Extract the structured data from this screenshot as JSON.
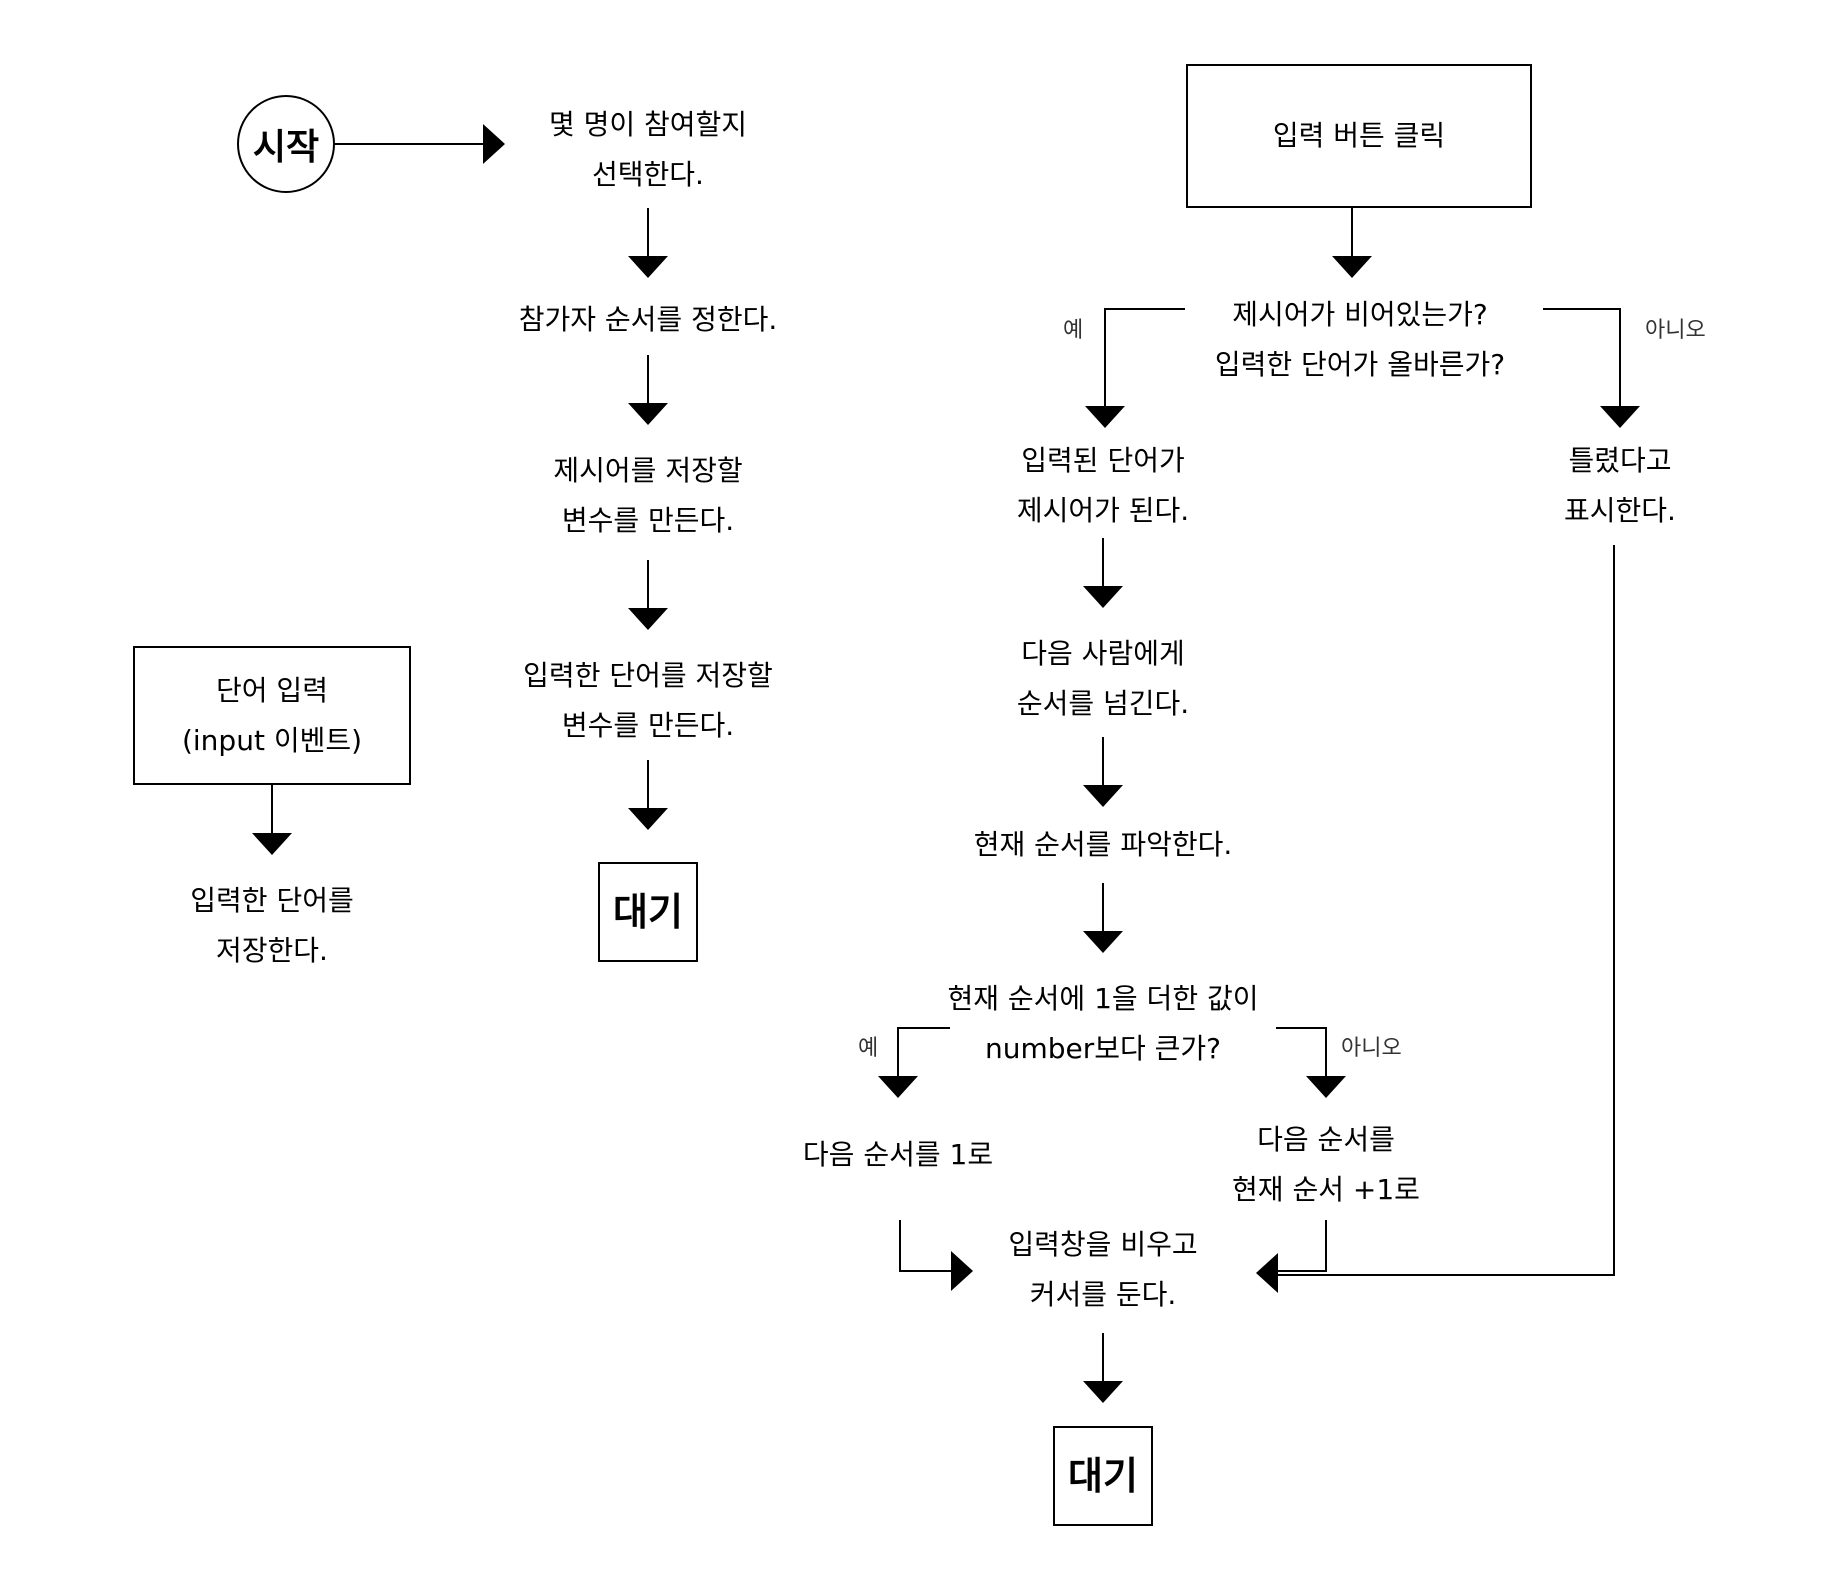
{
  "start": "시작",
  "left_col": {
    "select_count": [
      "몇 명이 참여할지",
      "선택한다."
    ],
    "set_order": "참가자 순서를 정한다.",
    "make_keyword_var": [
      "제시어를 저장할",
      "변수를 만든다."
    ],
    "make_input_var": [
      "입력한 단어를 저장할",
      "변수를 만든다."
    ],
    "wait": "대기"
  },
  "input_event": {
    "box": [
      "단어 입력",
      "(input 이벤트)"
    ],
    "save_word": [
      "입력한 단어를",
      "저장한다."
    ]
  },
  "button_flow": {
    "click_box": "입력 버튼 클릭",
    "condition": [
      "제시어가 비어있는가?",
      "입력한 단어가 올바른가?"
    ],
    "yes_label": "예",
    "no_label": "아니오",
    "becomes_keyword": [
      "입력된 단어가",
      "제시어가 된다."
    ],
    "show_wrong": [
      "틀렸다고",
      "표시한다."
    ],
    "pass_turn": [
      "다음 사람에게",
      "순서를 넘긴다."
    ],
    "find_turn": "현재 순서를 파악한다.",
    "turn_condition": [
      "현재 순서에 1을 더한 값이",
      "number보다 큰가?"
    ],
    "yes_label2": "예",
    "no_label2": "아니오",
    "next_one": "다음 순서를 1로",
    "next_plus": [
      "다음 순서를",
      "현재 순서 +1로"
    ],
    "clear_input": [
      "입력창을 비우고",
      "커서를 둔다."
    ],
    "wait": "대기"
  }
}
